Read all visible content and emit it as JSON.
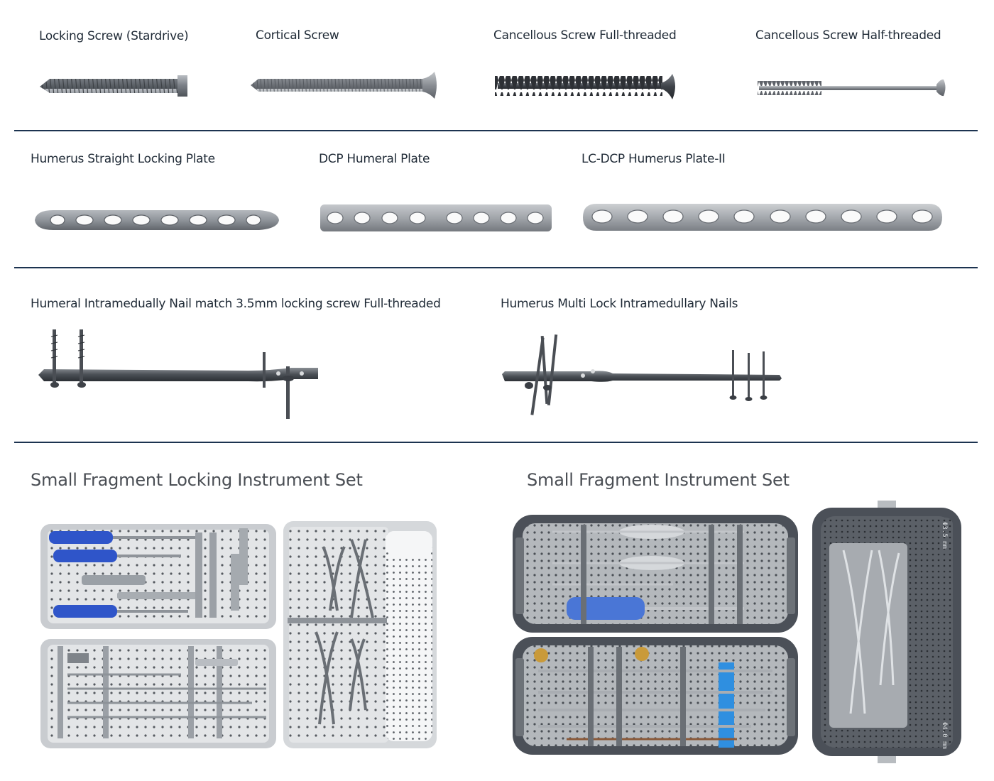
{
  "screws": {
    "locking_screw_label": "Locking Screw (Stardrive)",
    "cortical_screw_label": "Cortical Screw",
    "cancellous_full_label": "Cancellous Screw Full-threaded",
    "cancellous_half_label": "Cancellous Screw Half-threaded"
  },
  "plates": {
    "humerus_straight_label": "Humerus Straight Locking Plate",
    "dcp_humeral_label": "DCP Humeral Plate",
    "lcdcp_humerus_label": "LC-DCP Humerus Plate-II"
  },
  "nails": {
    "humeral_nail_label": "Humeral Intramedually Nail match 3.5mm locking screw Full-threaded",
    "multilock_nail_label": "Humerus Multi Lock Intramedullary Nails"
  },
  "instrument_sets": {
    "locking_set_label": "Small Fragment Locking Instrument Set",
    "instrument_set_label": "Small Fragment Instrument Set",
    "case_engraving_left": "Φ3.5 mm",
    "case_engraving_right": "Φ4.0 mm"
  },
  "colors": {
    "divider": "#1c3350",
    "heading_text": "#1f2a36",
    "section_title_text": "#4a4e54",
    "metal": "#8e9399",
    "handle_blue": "#2f55c9",
    "tray_light": "#e2e4e6",
    "tray_dark": "#4b5058"
  }
}
